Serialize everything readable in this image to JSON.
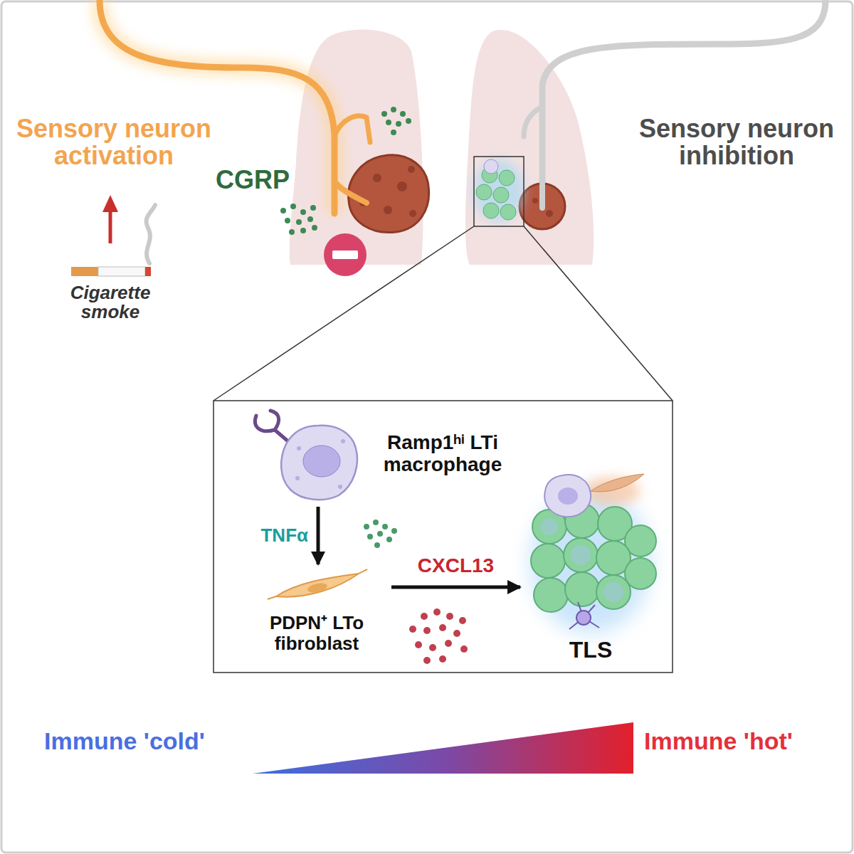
{
  "diagram": {
    "nodes": [
      {
        "text": [
          "Ramp1ʰⁱ LTi macrophage"
        ]
      },
      {
        "text": [
          "PDPN⁺ LTo fibroblast"
        ]
      },
      {
        "text": [
          "TLS"
        ]
      }
    ],
    "edges": [
      {
        "from": 0,
        "to": 1,
        "arrow": "to",
        "label": "TNFα"
      },
      {
        "from": 1,
        "to": 2,
        "arrow": "to",
        "label": "CXCL13"
      }
    ],
    "labels": [
      "Sensory neuron activation",
      "CGRP",
      "Cigarette smoke",
      "Sensory neuron inhibition",
      "Immune 'cold'",
      "Immune 'hot'"
    ]
  }
}
